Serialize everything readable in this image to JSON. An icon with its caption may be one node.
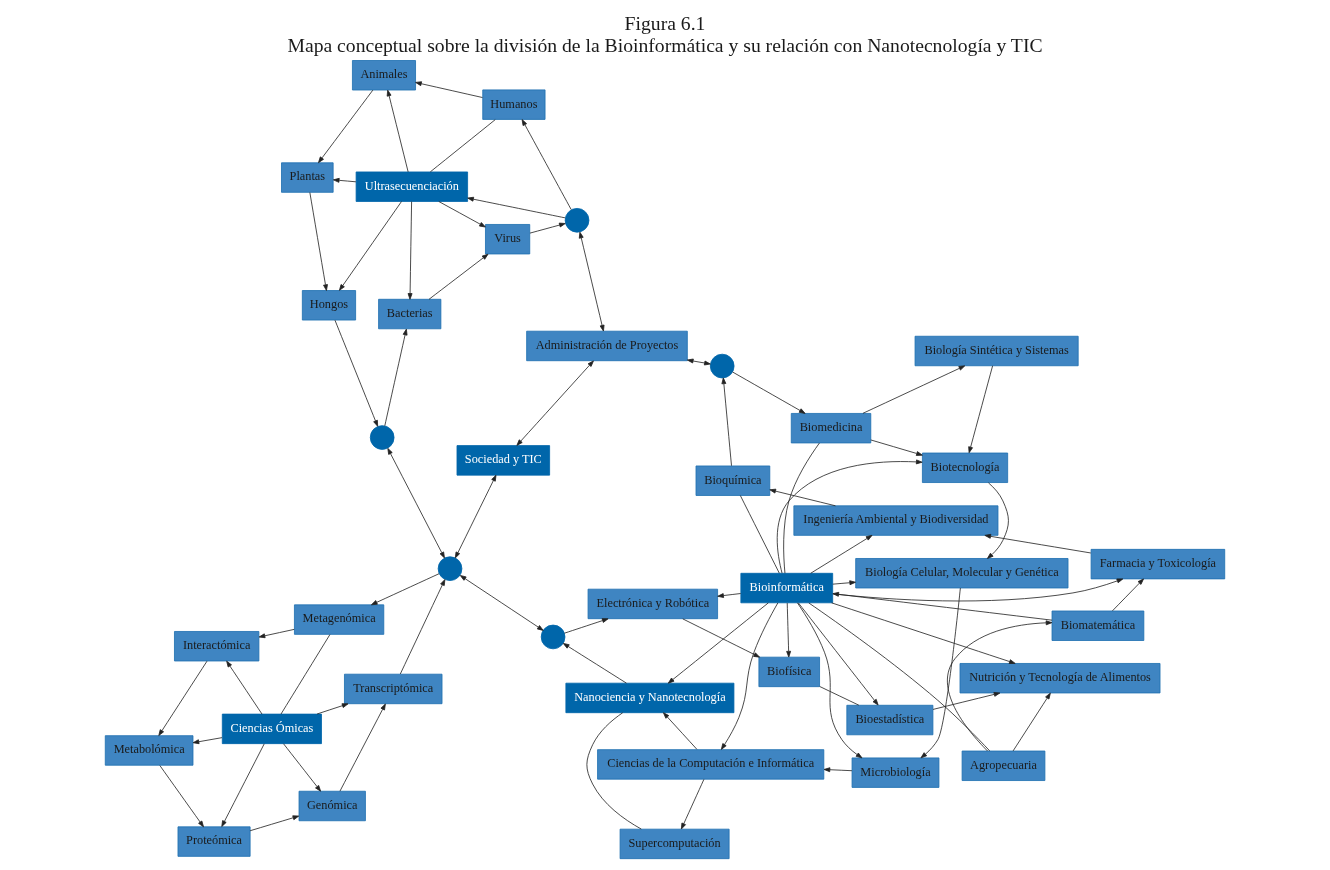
{
  "diagram": {
    "title": "Figura 6.1",
    "caption": "Mapa conceptual sobre la división de la Bioinformática y su relación con Nanotecnología y TIC",
    "nodes": [
      {
        "text": [
          "Metagenómica"
        ]
      },
      {
        "text": [
          "Interactómica"
        ]
      },
      {
        "text": [
          "Ciencias Ómicas"
        ]
      },
      {
        "text": [
          "Metabolómica"
        ]
      },
      {
        "text": [
          "Transcriptómica"
        ]
      },
      {
        "text": [
          "Proteómica"
        ]
      },
      {
        "text": [
          "Genómica"
        ]
      },
      {
        "text": [],
        "shape": "circle"
      },
      {
        "text": [],
        "shape": "circle"
      },
      {
        "text": [
          "Supercomputación"
        ]
      },
      {
        "text": [
          "Nanociencia y Nanotecnología"
        ]
      },
      {
        "text": [
          "Electrónica y Robótica"
        ]
      },
      {
        "text": [
          "Biofísica"
        ]
      },
      {
        "text": [
          "Bioestadística"
        ]
      },
      {
        "text": [
          "Ciencias de la Computación e Informática"
        ]
      },
      {
        "text": [
          "Bioinformática"
        ]
      },
      {
        "text": [
          "Agropecuaria"
        ]
      },
      {
        "text": [
          "Nutrición y Tecnología de Alimentos"
        ]
      },
      {
        "text": [],
        "shape": "circle"
      },
      {
        "text": [
          "Hongos"
        ]
      },
      {
        "text": [
          "Bacterias"
        ]
      },
      {
        "text": [
          "Microbiología"
        ]
      },
      {
        "text": [
          "Biología Celular, Molecular y Genética"
        ]
      },
      {
        "text": [
          "Plantas"
        ]
      },
      {
        "text": [
          "Biotecnología"
        ]
      },
      {
        "text": [
          "Biología Sintética y Sistemas"
        ]
      },
      {
        "text": [
          "Ultrasecuenciación"
        ]
      },
      {
        "text": [
          "Virus"
        ]
      },
      {
        "text": [
          "Biomedicina"
        ]
      },
      {
        "text": [
          "Animales"
        ]
      },
      {
        "text": [
          "Bioquímica"
        ]
      },
      {
        "text": [],
        "shape": "circle"
      },
      {
        "text": [],
        "shape": "circle"
      },
      {
        "text": [
          "Humanos"
        ]
      },
      {
        "text": [
          "Ingeniería Ambiental y Biodiversidad"
        ]
      },
      {
        "text": [
          "Farmacia y Toxicología"
        ]
      },
      {
        "text": [
          "Biomatemática"
        ]
      },
      {
        "text": [
          "Sociedad y TIC"
        ]
      },
      {
        "text": [
          "Administración de Proyectos"
        ]
      }
    ],
    "edges": [
      {
        "from": 0,
        "to": 1,
        "arrow": "to"
      },
      {
        "from": 2,
        "to": 1,
        "arrow": "to"
      },
      {
        "from": 2,
        "to": 3,
        "arrow": "to"
      },
      {
        "from": 1,
        "to": 3,
        "arrow": "to"
      },
      {
        "from": 2,
        "to": 4,
        "arrow": "to"
      },
      {
        "from": 2,
        "to": 6,
        "arrow": "to"
      },
      {
        "from": 2,
        "to": 5,
        "arrow": "to"
      },
      {
        "from": 3,
        "to": 5,
        "arrow": "to"
      },
      {
        "from": 5,
        "to": 6,
        "arrow": "to"
      },
      {
        "from": 6,
        "to": 4,
        "arrow": "to"
      },
      {
        "from": 0,
        "to": 2,
        "arrow": "none"
      },
      {
        "from": 7,
        "to": 0,
        "arrow": "to"
      },
      {
        "from": 4,
        "to": 7,
        "arrow": "to"
      },
      {
        "from": 7,
        "to": 8,
        "arrow": "both"
      },
      {
        "from": 10,
        "to": 8,
        "arrow": "to"
      },
      {
        "from": 8,
        "to": 11,
        "arrow": "to"
      },
      {
        "from": 11,
        "to": 12,
        "arrow": "to"
      },
      {
        "from": 15,
        "to": 12,
        "arrow": "to"
      },
      {
        "from": 15,
        "to": 13,
        "arrow": "to"
      },
      {
        "from": 15,
        "to": 11,
        "arrow": "to"
      },
      {
        "from": 15,
        "to": 10,
        "arrow": "to"
      },
      {
        "from": 12,
        "to": 13,
        "arrow": "none"
      },
      {
        "from": 13,
        "to": 17,
        "arrow": "to"
      },
      {
        "from": 15,
        "to": 17,
        "arrow": "to"
      },
      {
        "from": 15,
        "to": 16,
        "arrow": "none"
      },
      {
        "from": 16,
        "to": 17,
        "arrow": "to"
      },
      {
        "from": 16,
        "to": 36,
        "arrow": "to"
      },
      {
        "from": 36,
        "to": 15,
        "arrow": "to"
      },
      {
        "from": 15,
        "to": 35,
        "arrow": "to"
      },
      {
        "from": 36,
        "to": 35,
        "arrow": "to"
      },
      {
        "from": 35,
        "to": 34,
        "arrow": "to"
      },
      {
        "from": 15,
        "to": 34,
        "arrow": "to"
      },
      {
        "from": 15,
        "to": 30,
        "arrow": "none"
      },
      {
        "from": 34,
        "to": 30,
        "arrow": "to"
      },
      {
        "from": 30,
        "to": 32,
        "arrow": "to"
      },
      {
        "from": 32,
        "to": 28,
        "arrow": "to"
      },
      {
        "from": 32,
        "to": 38,
        "arrow": "both"
      },
      {
        "from": 28,
        "to": 15,
        "arrow": "none"
      },
      {
        "from": 28,
        "to": 24,
        "arrow": "to"
      },
      {
        "from": 28,
        "to": 25,
        "arrow": "to"
      },
      {
        "from": 25,
        "to": 24,
        "arrow": "to"
      },
      {
        "from": 24,
        "to": 22,
        "arrow": "to"
      },
      {
        "from": 15,
        "to": 24,
        "arrow": "to"
      },
      {
        "from": 15,
        "to": 22,
        "arrow": "to"
      },
      {
        "from": 22,
        "to": 21,
        "arrow": "to"
      },
      {
        "from": 15,
        "to": 21,
        "arrow": "to"
      },
      {
        "from": 21,
        "to": 14,
        "arrow": "to"
      },
      {
        "from": 15,
        "to": 14,
        "arrow": "to"
      },
      {
        "from": 14,
        "to": 9,
        "arrow": "to"
      },
      {
        "from": 14,
        "to": 10,
        "arrow": "to"
      },
      {
        "from": 9,
        "to": 10,
        "arrow": "none"
      },
      {
        "from": 7,
        "to": 18,
        "arrow": "both"
      },
      {
        "from": 37,
        "to": 7,
        "arrow": "both"
      },
      {
        "from": 19,
        "to": 18,
        "arrow": "to"
      },
      {
        "from": 18,
        "to": 20,
        "arrow": "to"
      },
      {
        "from": 20,
        "to": 27,
        "arrow": "to"
      },
      {
        "from": 26,
        "to": 20,
        "arrow": "to"
      },
      {
        "from": 26,
        "to": 27,
        "arrow": "to"
      },
      {
        "from": 26,
        "to": 19,
        "arrow": "to"
      },
      {
        "from": 26,
        "to": 23,
        "arrow": "to"
      },
      {
        "from": 26,
        "to": 29,
        "arrow": "to"
      },
      {
        "from": 26,
        "to": 33,
        "arrow": "none"
      },
      {
        "from": 23,
        "to": 19,
        "arrow": "to"
      },
      {
        "from": 29,
        "to": 23,
        "arrow": "to"
      },
      {
        "from": 33,
        "to": 29,
        "arrow": "to"
      },
      {
        "from": 27,
        "to": 31,
        "arrow": "to"
      },
      {
        "from": 31,
        "to": 26,
        "arrow": "to"
      },
      {
        "from": 31,
        "to": 33,
        "arrow": "to"
      },
      {
        "from": 38,
        "to": 31,
        "arrow": "both"
      },
      {
        "from": 37,
        "to": 38,
        "arrow": "both"
      }
    ]
  }
}
